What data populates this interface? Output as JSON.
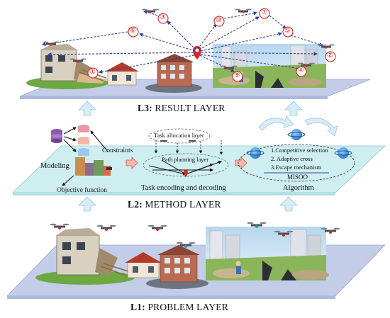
{
  "layers": {
    "l3": {
      "code": "L3:",
      "name": "RESULT LAYER"
    },
    "l2": {
      "code": "L2:",
      "name": "METHOD LAYER"
    },
    "l1": {
      "code": "L1:",
      "name": "PROBLEM LAYER"
    }
  },
  "method": {
    "modeling": "Modeling",
    "constraints": "Constraints",
    "objective": "Objective function",
    "task_allocation": "Task allocation layer",
    "path_planning": "Path planning layer",
    "task_encoding": "Task encoding and decoding",
    "algorithm": "Algorithm",
    "algo_steps": [
      "1.Competitive selection",
      "2. Adaptive cross",
      "3.Escape mechanism"
    ],
    "algo_name": "MISOO"
  },
  "nodes": [
    "⑥",
    "③",
    "⑩",
    "⑦",
    "⑤",
    "②",
    "①",
    "④",
    "⑨"
  ],
  "colors": {
    "layer_plane": "#c4cde8",
    "method_plane": "#cfeef0",
    "arrow_fill": "#d7ecf7",
    "dash_blue": "#2f3fa6",
    "node_red": "#d62828",
    "accent_red": "#d9534f"
  }
}
